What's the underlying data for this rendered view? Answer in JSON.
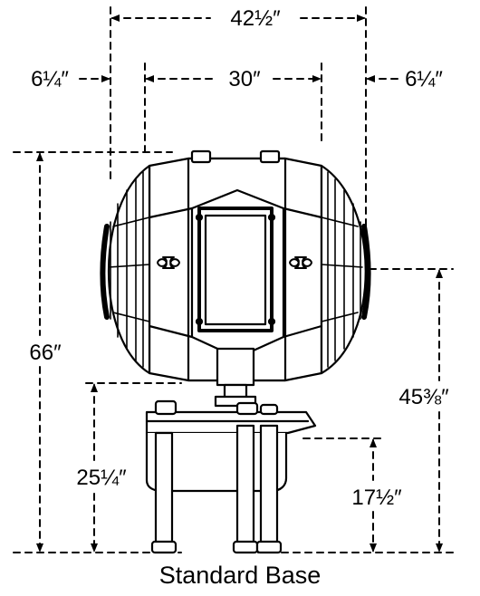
{
  "caption": "Standard Base",
  "dimensions": {
    "overall_width": "42½″",
    "left_overhang": "6¼″",
    "inner_width": "30″",
    "right_overhang": "6¼″",
    "overall_height": "66″",
    "pivot_height": "45⅜″",
    "base_height": "25¼″",
    "table_height": "17½″"
  },
  "colors": {
    "ink": "#000000",
    "paper": "#ffffff"
  },
  "icons": [
    "bone-handle-icon",
    "bone-handle-icon"
  ]
}
